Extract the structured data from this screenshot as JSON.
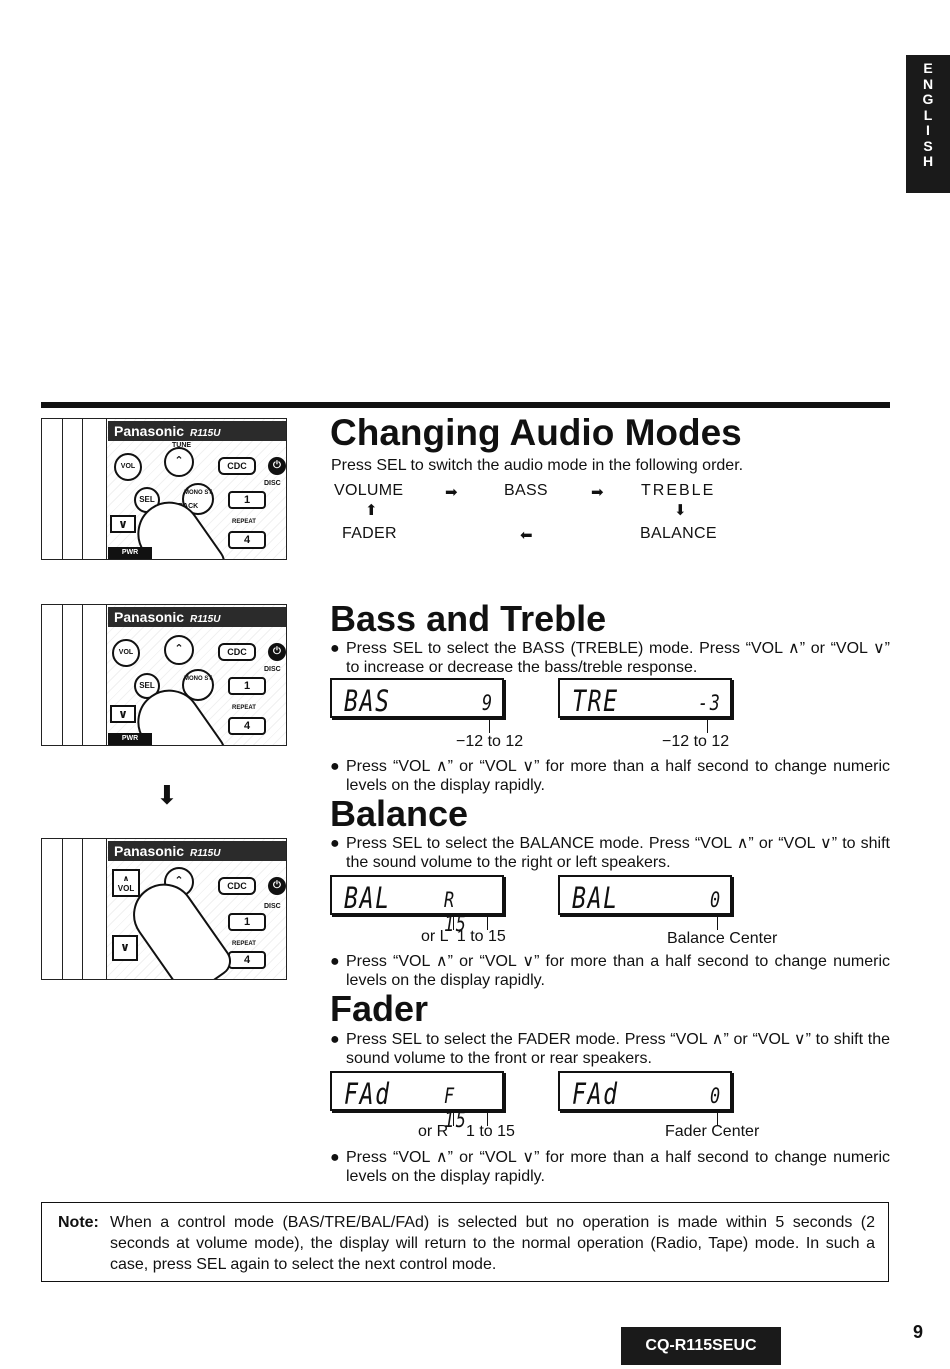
{
  "lang_tab": [
    "E",
    "N",
    "G",
    "L",
    "I",
    "S",
    "H"
  ],
  "changing": {
    "title": "Changing Audio Modes",
    "intro": "Press SEL to switch the audio mode in the following order.",
    "flow": {
      "volume": "VOLUME",
      "bass": "BASS",
      "treble": "TREBLE",
      "fader": "FADER",
      "balance": "BALANCE",
      "arrow_right": "➡",
      "arrow_down": "⬇",
      "arrow_up": "⬆",
      "arrow_left": "⬅"
    }
  },
  "bass": {
    "title": "Bass and Treble",
    "bullet1": "Press SEL to select the BASS (TREBLE) mode. Press “VOL ∧” or “VOL ∨” to increase or decrease the bass/treble response.",
    "lcd1": {
      "main": "BAS",
      "val": "9"
    },
    "lcd2": {
      "main": "TRE",
      "val": "-3"
    },
    "cap1": "−12 to 12",
    "cap2": "−12 to 12",
    "bullet2": "Press “VOL ∧” or “VOL ∨” for more than a half second to change numeric levels on the display rapidly."
  },
  "balance": {
    "title": "Balance",
    "bullet1": "Press SEL to select the BALANCE mode. Press “VOL ∧” or “VOL ∨” to shift the sound volume to the right or left speakers.",
    "lcd1": {
      "main": "BAL",
      "val": "R 15"
    },
    "lcd2": {
      "main": "BAL",
      "val": "0"
    },
    "cap1": "or L  1 to 15",
    "cap2": "Balance Center",
    "bullet2": "Press “VOL ∧” or “VOL ∨” for more than a half second to change numeric levels on the display rapidly."
  },
  "fader": {
    "title": "Fader",
    "bullet1": "Press SEL to select the FADER mode. Press “VOL ∧” or “VOL ∨” to shift the sound volume to the front or rear speakers.",
    "lcd1": {
      "main": "FAd",
      "val": "F 15"
    },
    "lcd2": {
      "main": "FAd",
      "val": "0"
    },
    "cap1": "or R    1 to 15",
    "cap2": "Fader Center",
    "bullet2": "Press “VOL ∧” or “VOL ∨” for more than a half second to change numeric levels on the display rapidly."
  },
  "device": {
    "brand": "Panasonic",
    "model": "R115U",
    "btn_sel": "SEL",
    "btn_vol": "VOL",
    "btn_tune": "TUNE",
    "btn_cdc": "CDC",
    "btn_disc": "DISC",
    "btn_repeat": "REPEAT",
    "btn_pwr": "PWR",
    "btn_1": "1",
    "btn_4": "4",
    "btn_st": "MONO ST",
    "btn_back": "BACK"
  },
  "bullet_symbol": "●",
  "down_arrow": "⬇",
  "note": {
    "label": "Note:",
    "text": "When a control mode (BAS/TRE/BAL/FAd) is selected but no operation is made within 5 seconds (2 seconds at volume mode), the display will return to the normal operation (Radio, Tape) mode. In such a case, press SEL again to select the next control mode."
  },
  "model_badge": "CQ-R115SEUC",
  "page_number": "9"
}
